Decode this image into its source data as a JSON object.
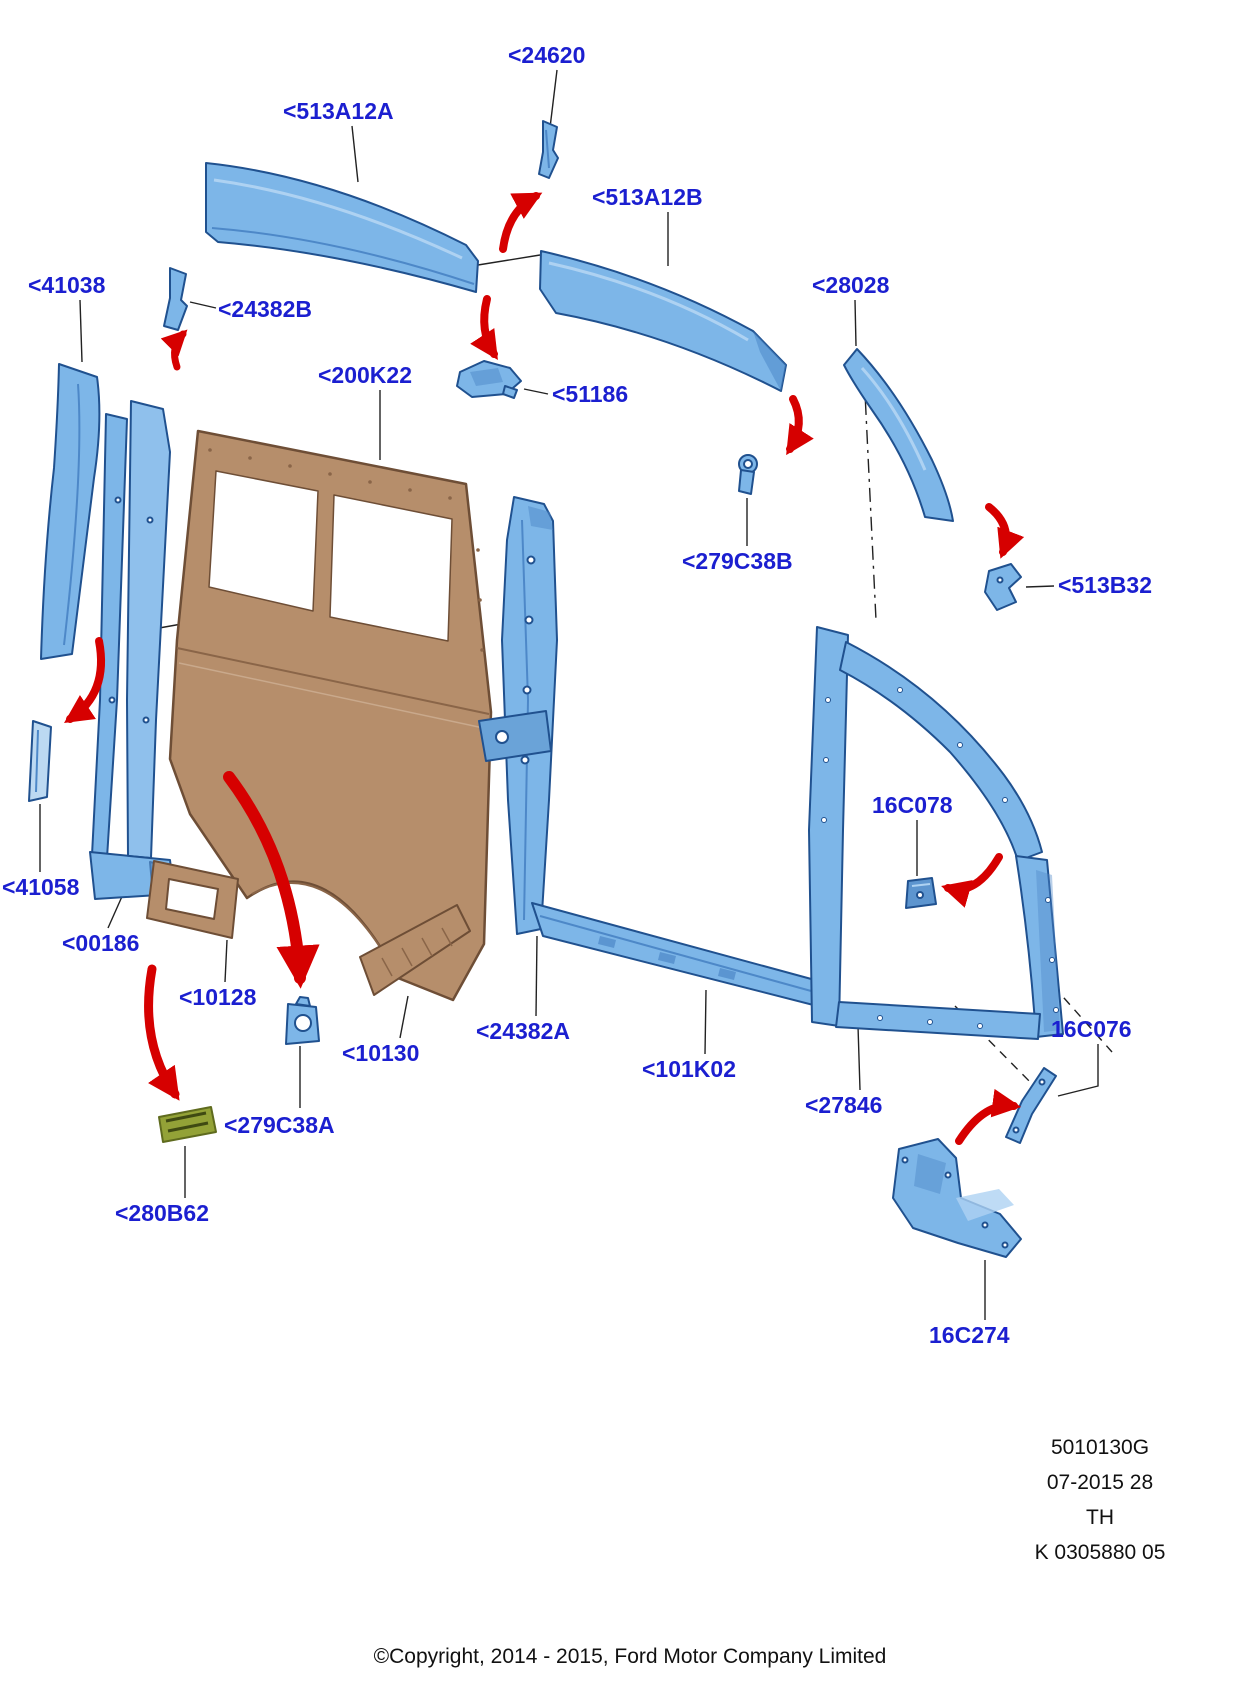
{
  "diagram": {
    "type": "exploded-parts-diagram",
    "labels": {
      "p513A12A": "<513A12A",
      "p24620": "<24620",
      "p513A12B": "<513A12B",
      "p41038": "<41038",
      "p24382B": "<24382B",
      "p28028": "<28028",
      "p200K22": "<200K22",
      "p51186": "<51186",
      "p279C38B": "<279C38B",
      "p513B32": "<513B32",
      "p16C078": "16C078",
      "p41058": "<41058",
      "p00186": "<00186",
      "p10128": "<10128",
      "p10130": "<10130",
      "p24382A": "<24382A",
      "p101K02": "<101K02",
      "p27846": "<27846",
      "p16C076": "16C076",
      "p279C38A": "<279C38A",
      "p280B62": "<280B62",
      "p16C274": "16C274"
    },
    "colors": {
      "label_blue": "#1b1fd0",
      "arrow_red": "#d60000",
      "part_blue": "#7db6e8",
      "panel_brown": "#b68e6b",
      "part_green": "#93a237"
    }
  },
  "footer": {
    "doc_number": "5010130G",
    "revision": "07-2015 28",
    "sheet": "TH",
    "code": "K 0305880 05",
    "copyright": "©Copyright, 2014 - 2015, Ford Motor Company Limited"
  }
}
